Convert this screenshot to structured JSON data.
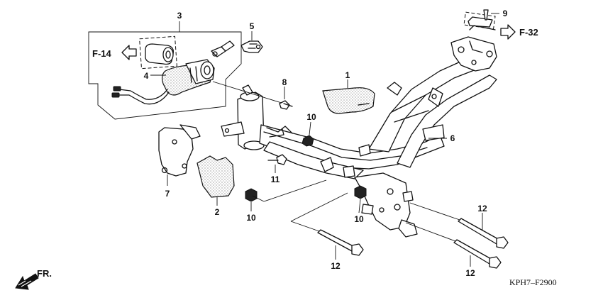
{
  "diagram": {
    "part_callouts": [
      {
        "id": "1",
        "label": "1"
      },
      {
        "id": "2",
        "label": "2"
      },
      {
        "id": "3",
        "label": "3"
      },
      {
        "id": "4",
        "label": "4"
      },
      {
        "id": "5",
        "label": "5"
      },
      {
        "id": "6",
        "label": "6"
      },
      {
        "id": "7",
        "label": "7"
      },
      {
        "id": "8",
        "label": "8"
      },
      {
        "id": "9",
        "label": "9"
      },
      {
        "id": "10a",
        "label": "10"
      },
      {
        "id": "10b",
        "label": "10"
      },
      {
        "id": "10c",
        "label": "10"
      },
      {
        "id": "11",
        "label": "11"
      },
      {
        "id": "12a",
        "label": "12"
      },
      {
        "id": "12b",
        "label": "12"
      },
      {
        "id": "12c",
        "label": "12"
      }
    ],
    "references": {
      "left": "F-14",
      "right": "F-32",
      "front": "FR."
    },
    "drawing_code": "KPH7–F2900"
  },
  "colors": {
    "ink": "#111111",
    "background": "#ffffff"
  },
  "icons": {
    "front_arrow": "front-direction-arrow-icon",
    "left_ref": "hollow-arrow-left-icon",
    "right_ref": "hollow-arrow-right-icon"
  }
}
